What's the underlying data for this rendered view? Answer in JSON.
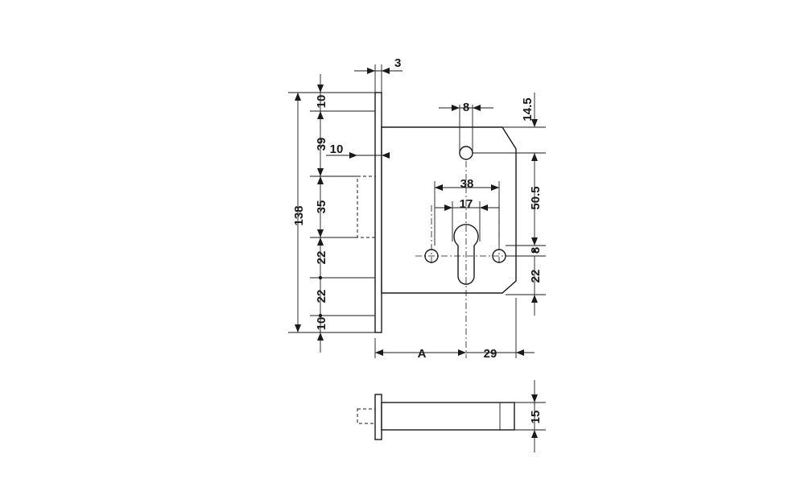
{
  "dims": {
    "faceplate_thickness": "3",
    "total_height": "138",
    "top_margin": "10",
    "top_to_latch": "39",
    "latch_height": "35",
    "latch_offset": "10",
    "cyl_to_hole_1": "22",
    "cyl_to_hole_2": "22",
    "bottom_margin": "10",
    "top_hole_width": "8",
    "top_hole_offset": "14.5",
    "hole_spacing_outer": "38",
    "hole_spacing_inner": "17",
    "cylinder_distance": "50.5",
    "cylinder_hole": "8",
    "bottom_offset": "22",
    "backset": "A",
    "body_depth": "29",
    "body_thickness": "15"
  }
}
